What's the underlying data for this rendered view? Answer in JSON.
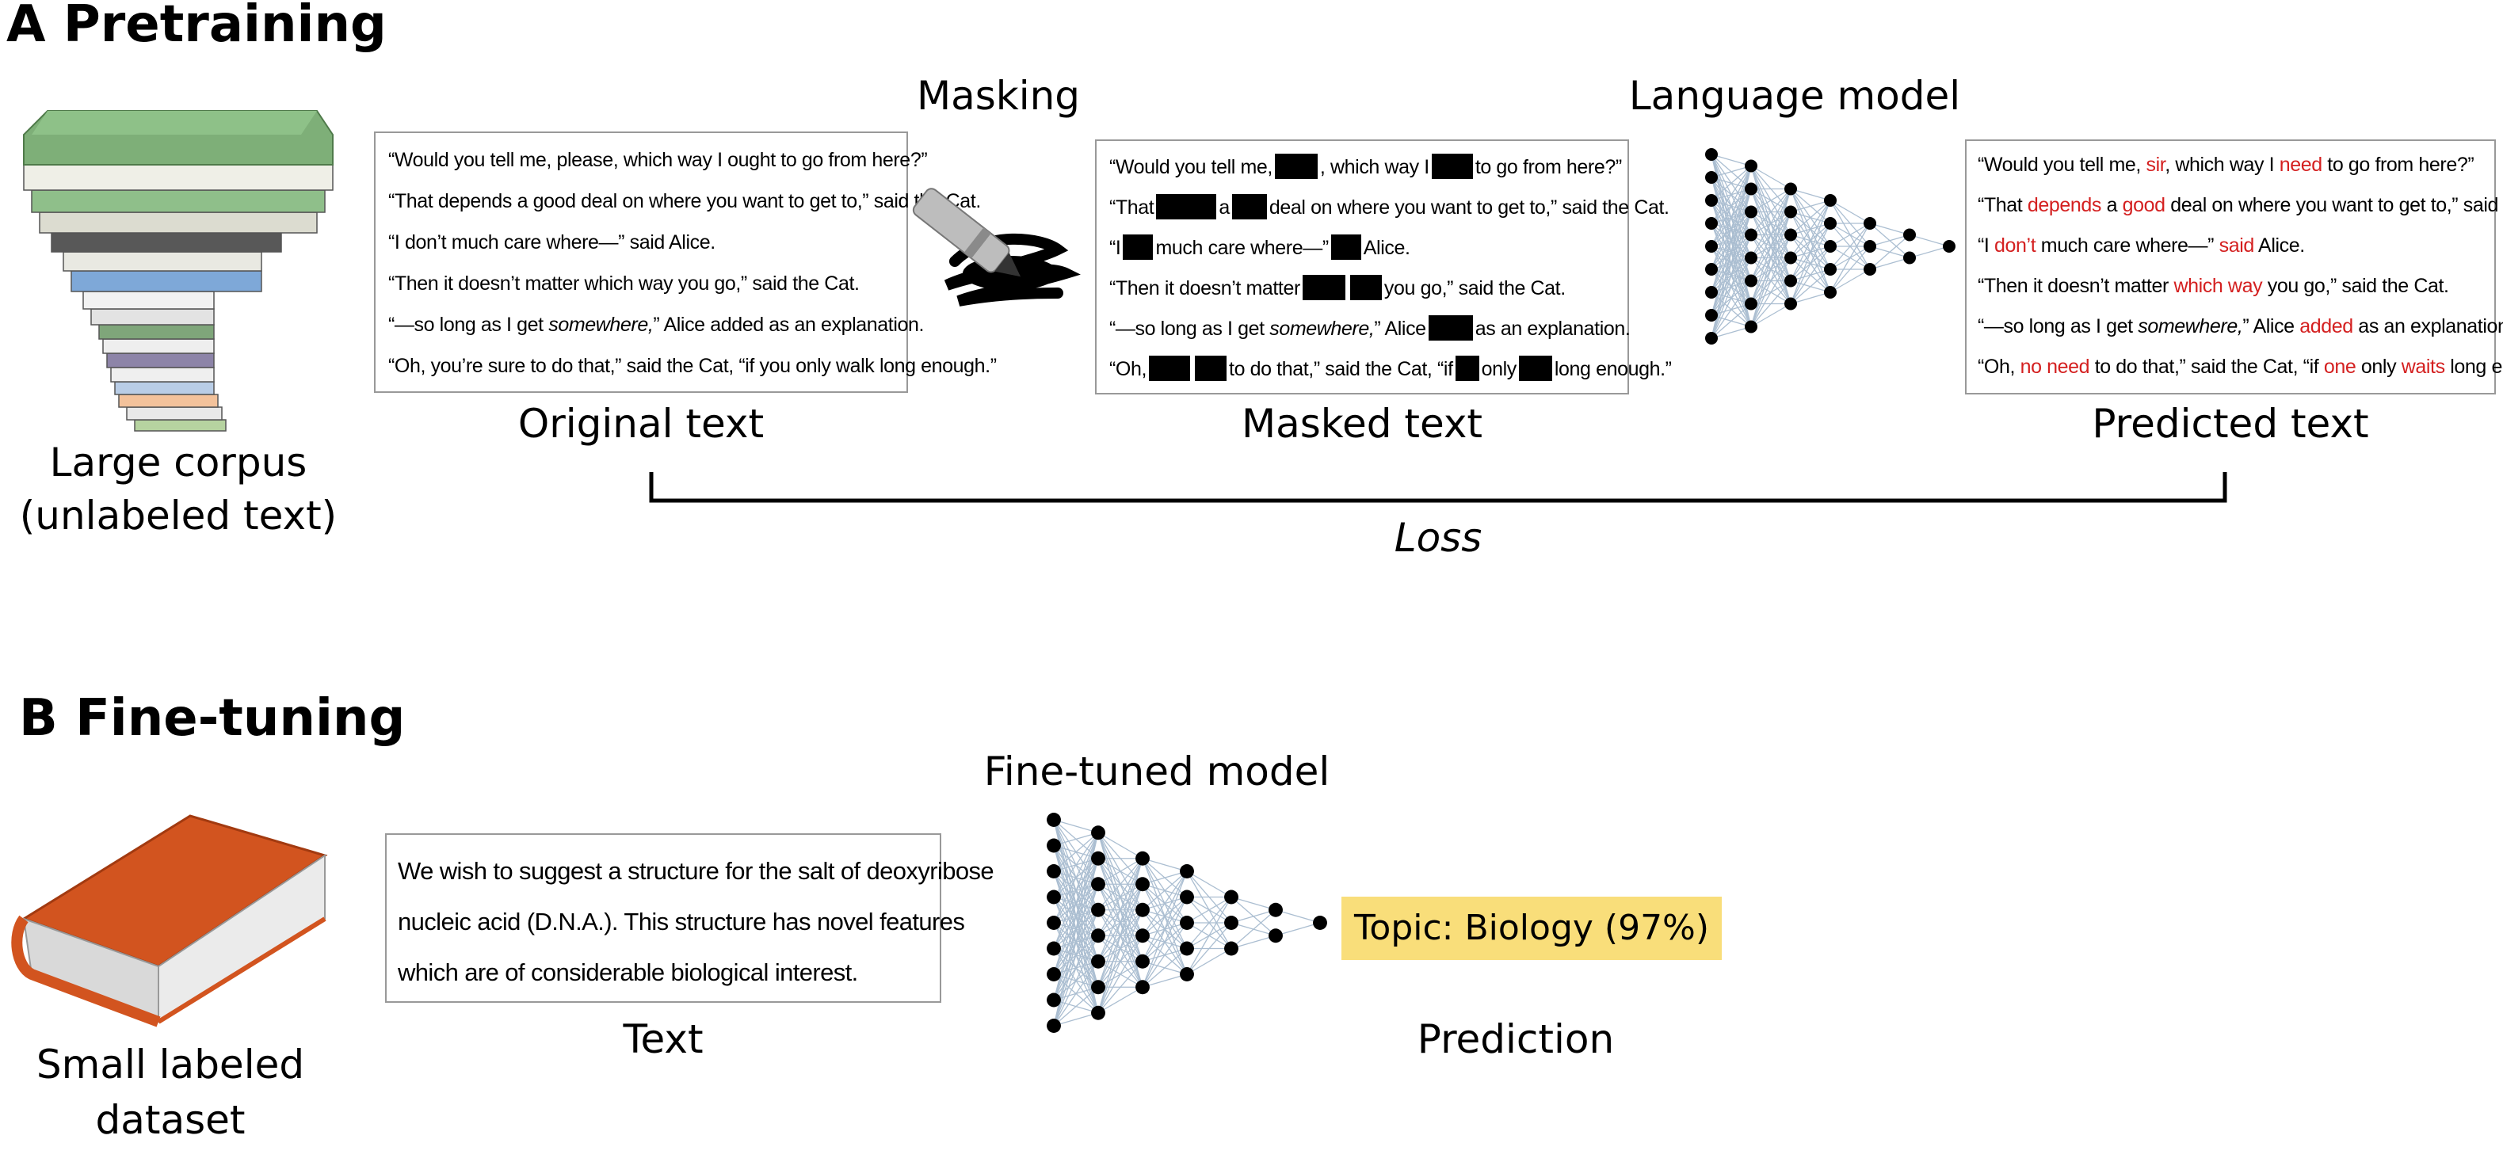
{
  "panel_a": {
    "title": "A  Pretraining",
    "corpus_label_1": "Large corpus",
    "corpus_label_2": "(unlabeled text)",
    "masking_label": "Masking",
    "language_model_label": "Language model",
    "original_text_label": "Original text",
    "masked_text_label": "Masked text",
    "predicted_text_label": "Predicted text",
    "loss_label": "Loss",
    "original_lines": [
      "“Would you tell me, please, which way I ought to go from here?”",
      "“That depends a good deal on where you want to get to,” said the Cat.",
      "“I don’t much care where—” said Alice.",
      "“Then it doesn’t matter which way you go,” said the Cat.",
      "“—so long as I get ",
      "somewhere,",
      "” Alice added as an explanation.",
      "“Oh, you’re sure to do that,” said the Cat, “if you only walk long enough.”"
    ],
    "masked_lines": {
      "l1a": "“Would you tell me,",
      "l1b": ", which way I",
      "l1c": "to go from here?”",
      "l2a": "“That",
      "l2b": "a",
      "l2c": "deal on where you want to get to,” said the Cat.",
      "l3a": "“I",
      "l3b": "much care where—”",
      "l3c": "Alice.",
      "l4a": "“Then it doesn’t matter",
      "l4b": "you go,” said the Cat.",
      "l5a": "“—so long as I get ",
      "l5b": "somewhere,",
      "l5c": "” Alice",
      "l5d": "as an explanation.",
      "l6a": "“Oh,",
      "l6b": "to do that,” said the Cat, “if",
      "l6c": "only",
      "l6d": "long enough.”"
    },
    "predicted_lines": {
      "l1a": "“Would you tell me, ",
      "l1b": "sir",
      "l1c": ", which way I ",
      "l1d": "need",
      "l1e": " to go from here?”",
      "l2a": "“That ",
      "l2b": "depends",
      "l2c": " a ",
      "l2d": "good",
      "l2e": " deal on where you want to get to,” said the Cat.",
      "l3a": "“I ",
      "l3b": "don’t",
      "l3c": " much care where—” ",
      "l3d": "said",
      "l3e": " Alice.",
      "l4a": "“Then it doesn’t matter ",
      "l4b": "which way",
      "l4c": " you go,” said the Cat.",
      "l5a": "“—so long as I get ",
      "l5b": "somewhere,",
      "l5c": "” Alice ",
      "l5d": "added",
      "l5e": " as an explanation.",
      "l6a": "“Oh, ",
      "l6b": "no need",
      "l6c": " to do that,” said the Cat, “if ",
      "l6d": "one",
      "l6e": " only ",
      "l6f": "waits",
      "l6g": " long enough.”"
    }
  },
  "panel_b": {
    "title": "B  Fine-tuning",
    "dataset_label_1": "Small labeled",
    "dataset_label_2": "dataset",
    "text_lines": [
      "We wish to suggest a structure for the salt of deoxyribose",
      "nucleic acid (D.N.A.). This structure has novel features",
      "which are of considerable biological interest."
    ],
    "text_label": "Text",
    "model_label": "Fine-tuned model",
    "prediction_label": "Prediction",
    "topic": "Topic: Biology (97%)"
  },
  "colors": {
    "predicted_word": "#d42020",
    "topic_highlight": "#f9de7a",
    "book_orange": "#d2541f",
    "network_edges": "#8fa9c2"
  },
  "icons": [
    "book-stack-icon",
    "marker-scribble-icon",
    "neural-network-icon",
    "orange-book-icon"
  ]
}
